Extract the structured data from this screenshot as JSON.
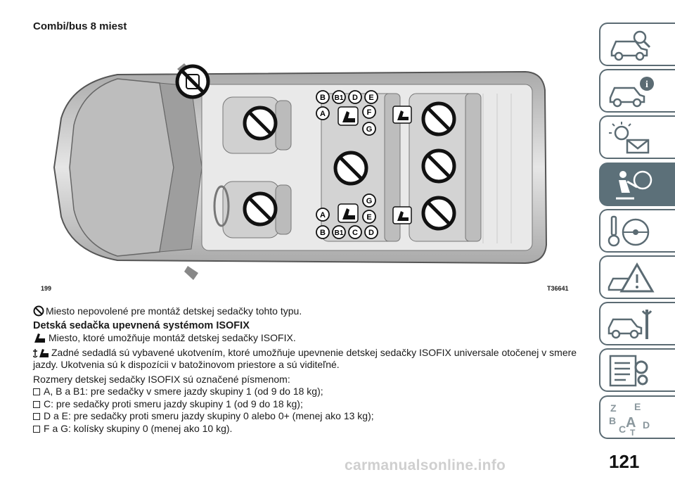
{
  "page_title": "Combi/bus 8 miest",
  "figure": {
    "number": "199",
    "code": "T36641",
    "seat_labels_front": [
      "B",
      "B1",
      "D",
      "E",
      "A",
      "F",
      "G"
    ],
    "seat_labels_rear": [
      "G",
      "A",
      "E",
      "B",
      "B1",
      "C",
      "D"
    ]
  },
  "text": {
    "forbidden_note": "Miesto nepovolené pre montáž detskej sedačky tohto typu.",
    "isofix_heading": "Detská sedačka upevnená systémom ISOFIX",
    "isofix_note": "Miesto, ktoré umožňuje montáž detskej sedačky ISOFIX.",
    "anchor_note": "Zadné sedadlá sú vybavené ukotvením, ktoré umožňuje upevnenie detskej sedačky ISOFIX universale otočenej v smere jazdy. Ukotvenia sú k dispozícii v batožinovom priestore a sú viditeľné.",
    "sizes_intro": "Rozmery detskej sedačky ISOFIX sú označené písmenom:",
    "bullets": [
      "A, B a B1: pre sedačky v smere jazdy skupiny 1 (od 9 do 18 kg);",
      "C: pre sedačky proti smeru jazdy skupiny 1 (od 9 do 18 kg);",
      "D a E: pre sedačky proti smeru jazdy skupiny 0 alebo 0+ (menej ako 13 kg);",
      "F a G: kolísky skupiny 0 (menej ako 10 kg)."
    ]
  },
  "page_number": "121",
  "watermark": "carmanualsonline.info",
  "side_tabs": [
    {
      "icon": "car-magnifier-icon",
      "active": false
    },
    {
      "icon": "car-info-icon",
      "active": false
    },
    {
      "icon": "warning-light-envelope-icon",
      "active": false
    },
    {
      "icon": "seat-airbag-icon",
      "active": true
    },
    {
      "icon": "key-steering-wheel-icon",
      "active": false
    },
    {
      "icon": "car-warning-triangle-icon",
      "active": false
    },
    {
      "icon": "car-wrench-icon",
      "active": false
    },
    {
      "icon": "checklist-gear-icon",
      "active": false
    },
    {
      "icon": "alphabet-index-icon",
      "active": false
    }
  ],
  "colors": {
    "tab_active": "#5c7079",
    "tab_border": "#5b6b73",
    "prohibited": "#111111",
    "van_body": "#c9c9c9"
  }
}
